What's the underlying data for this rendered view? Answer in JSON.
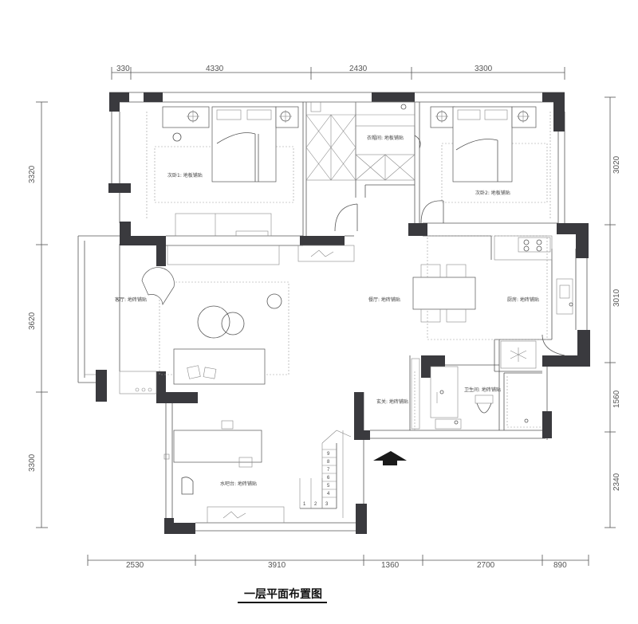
{
  "title": "一层平面布置图",
  "dimensions": {
    "top": [
      "330",
      "4330",
      "2430",
      "3300"
    ],
    "bottom": [
      "2530",
      "3910",
      "1360",
      "2700",
      "890"
    ],
    "left": [
      "3320",
      "3620",
      "3300"
    ],
    "right": [
      "3020",
      "3010",
      "1560",
      "2340"
    ]
  },
  "rooms": {
    "bedroom1": "次卧1: 地板铺贴",
    "cloakroom": "衣帽间: 地板铺贴",
    "bedroom2": "次卧2: 地板铺贴",
    "living": "客厅: 地砖铺贴",
    "dining": "餐厅: 地砖铺贴",
    "kitchen": "厨房: 地砖铺贴",
    "entry": "玄关: 地砖铺贴",
    "bath": "卫生间: 地砖铺贴",
    "tea": "水吧台: 地砖铺贴"
  },
  "stairs": [
    "1",
    "2",
    "3",
    "4",
    "5",
    "6",
    "7",
    "8",
    "9"
  ],
  "colors": {
    "wall": "#3a3a3e",
    "line": "#555555"
  }
}
